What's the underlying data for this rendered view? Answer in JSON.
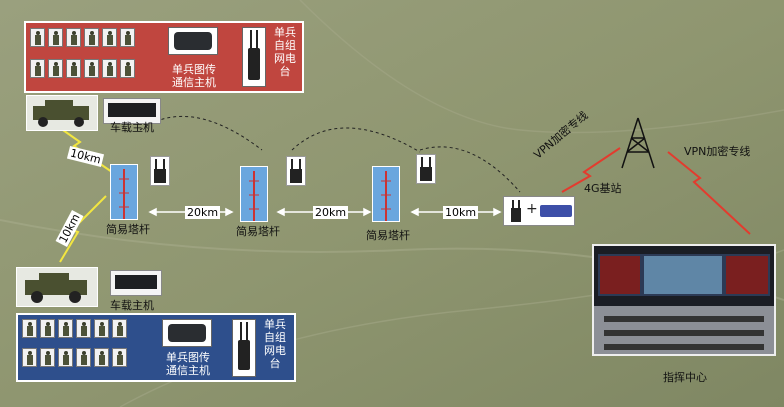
{
  "labels": {
    "red_panel_host": "单兵图传\n通信主机",
    "red_panel_radio": "单兵\n自组\n网电\n台",
    "blue_panel_host": "单兵图传\n通信主机",
    "blue_panel_radio": "单兵\n自组\n网电\n台",
    "vehicle_host_top": "车载主机",
    "vehicle_host_bottom": "车载主机",
    "tower_1": "简易塔杆",
    "tower_2": "简易塔杆",
    "tower_3": "简易塔杆",
    "dist_vehicle_top": "10km",
    "dist_vehicle_bottom": "10km",
    "dist_t1_t2": "20km",
    "dist_t2_t3": "20km",
    "dist_t3_gw": "10km",
    "vpn_left": "VPN加密专线",
    "vpn_right": "VPN加密专线",
    "base_station": "4G基站",
    "command_center": "指挥中心",
    "plus_sign": "+"
  },
  "colors": {
    "red_panel": "#c0463f",
    "blue_panel": "#2e4f8c",
    "tower_bg": "#6aa6de",
    "link_yellow": "#f2e640",
    "link_red": "#e33b2e"
  }
}
